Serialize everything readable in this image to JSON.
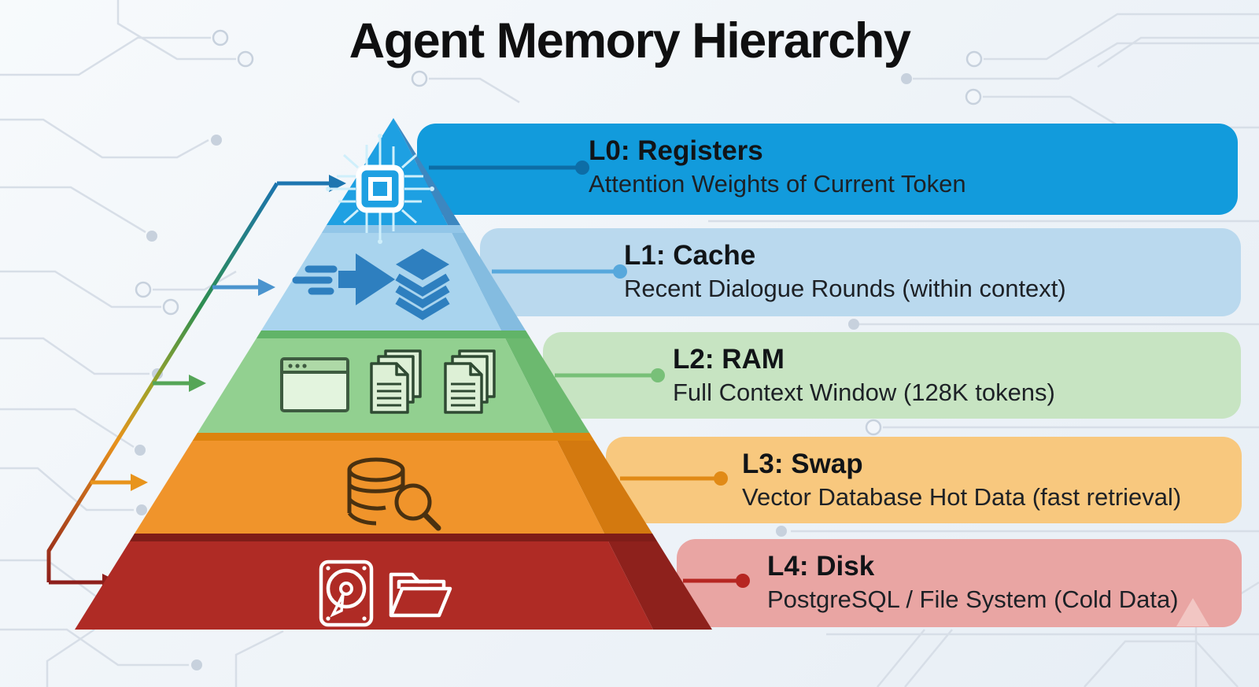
{
  "title": "Agent Memory Hierarchy",
  "levels": [
    {
      "label": "L0: Registers",
      "description": "Attention Weights of Current Token",
      "icons": [
        "cpu-chip-icon"
      ],
      "colors": {
        "face": "#1EA0E2",
        "bevel": "#3C87C0",
        "bar": "#129BDC",
        "connector": "#0D6DA6",
        "arrow": "#1D76B0"
      }
    },
    {
      "label": "L1: Cache",
      "description": "Recent Dialogue Rounds (within context)",
      "icons": [
        "speed-arrow-icon",
        "layers-stack-icon"
      ],
      "colors": {
        "face": "#A9D4EE",
        "bevel": "#84BCE0",
        "top_strip": "#92C6E8",
        "bar": "#BAD9EE",
        "connector": "#57A8DC",
        "arrow": "#4B94CE"
      }
    },
    {
      "label": "L2: RAM",
      "description": "Full Context Window (128K tokens)",
      "icons": [
        "app-window-icon",
        "documents-stack-icon",
        "documents-stack-icon"
      ],
      "colors": {
        "face": "#92D090",
        "bevel": "#6CB96F",
        "top_strip": "#61B468",
        "bar": "#C7E4C2",
        "connector": "#78C078",
        "arrow": "#55A557"
      }
    },
    {
      "label": "L3: Swap",
      "description": "Vector Database Hot Data (fast retrieval)",
      "icons": [
        "database-search-icon"
      ],
      "colors": {
        "face": "#F0942B",
        "bevel": "#D3790F",
        "top_strip": "#DC830E",
        "bar": "#F8C87E",
        "connector": "#E18A16",
        "arrow": "#E8941C"
      }
    },
    {
      "label": "L4: Disk",
      "description": "PostgreSQL / File System (Cold Data)",
      "icons": [
        "hdd-icon",
        "folder-icon"
      ],
      "colors": {
        "face": "#AF2B25",
        "bevel": "#8E211C",
        "top_strip": "#7F1D18",
        "bar": "#E9A5A3",
        "connector": "#B62622",
        "arrow": "#8E1F1B"
      }
    }
  ],
  "guide_gradient": [
    "#1C74AE",
    "#2F8F4F",
    "#9FA32A",
    "#E8931C",
    "#8E1F1B"
  ]
}
